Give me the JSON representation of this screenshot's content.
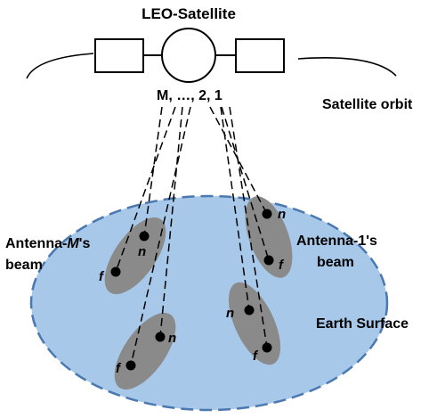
{
  "satellite": {
    "title": "LEO-Satellite",
    "antenna_index_label": "M, …, 2, 1",
    "orbit_label": "Satellite orbit"
  },
  "earth": {
    "label": "Earth Surface",
    "fill_color": "#a7c8e8",
    "border_color": "#4a78b0"
  },
  "beams": {
    "left": {
      "line1_prefix": "Antenna-",
      "line1_italic": "M",
      "line1_suffix": "'s",
      "line2": "beam"
    },
    "right": {
      "line1": "Antenna-1's",
      "line2": "beam"
    }
  },
  "user_labels": {
    "near": "n",
    "far": "f"
  },
  "footprint_color": "#8a8a8a"
}
